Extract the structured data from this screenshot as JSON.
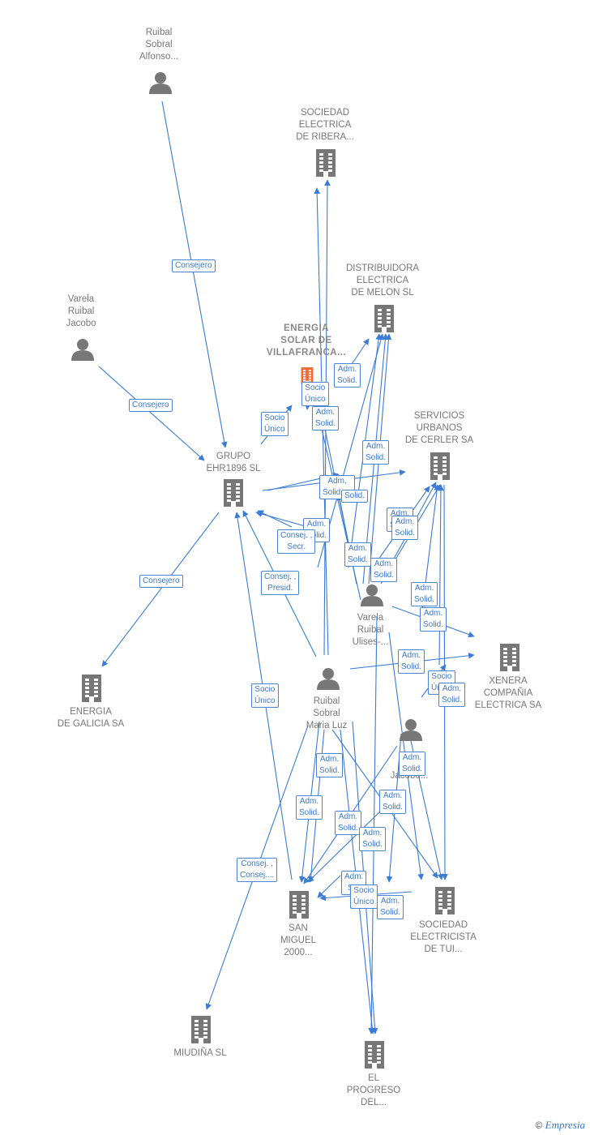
{
  "colors": {
    "edge": "#3a7bd5",
    "company_icon": "#777777",
    "main_icon": "#f26a35",
    "person_icon": "#777777"
  },
  "nodes": [
    {
      "id": "ruibal_sobral_alfonso",
      "type": "person",
      "label": "Ruibal\nSobral\nAlfonso..."
    },
    {
      "id": "sociedad_electrica_ribera",
      "type": "company",
      "label": "SOCIEDAD\nELECTRICA\nDE RIBERA..."
    },
    {
      "id": "distribuidora_electrica_melon",
      "type": "company",
      "label": "DISTRIBUIDORA\nELECTRICA\nDE MELON SL"
    },
    {
      "id": "varela_ruibal_jacobo",
      "type": "person",
      "label": "Varela\nRuibal\nJacobo"
    },
    {
      "id": "energia_solar_villafranca",
      "type": "main",
      "label": "ENERGIA\nSOLAR DE\nVILLAFRANCA..."
    },
    {
      "id": "servicios_urbanos_cerler",
      "type": "company",
      "label": "SERVICIOS\nURBANOS\nDE CERLER SA"
    },
    {
      "id": "grupo_ehr1896",
      "type": "company",
      "label": "GRUPO\nEHR1896  SL"
    },
    {
      "id": "varela_ruibal_ulises",
      "type": "person",
      "label": "Varela\nRuibal\nUlises-..."
    },
    {
      "id": "energia_de_galicia",
      "type": "company",
      "label": "ENERGIA\nDE GALICIA SA"
    },
    {
      "id": "ruibal_sobral_maria_luz",
      "type": "person",
      "label": "Ruibal\nSobral\nMaria Luz"
    },
    {
      "id": "xenera_compania_electrica",
      "type": "company",
      "label": "XENERA\nCOMPAÑIA\nELECTRICA SA"
    },
    {
      "id": "person_jacobo2",
      "type": "person",
      "label": "...\n... \nJacobo..."
    },
    {
      "id": "san_miguel_2000",
      "type": "company",
      "label": "SAN\nMIGUEL\n2000..."
    },
    {
      "id": "sociedad_electricista_tui",
      "type": "company",
      "label": "SOCIEDAD\nELECTRICISTA\nDE TUI..."
    },
    {
      "id": "miudina_sl",
      "type": "company",
      "label": "MIUDIÑA SL"
    },
    {
      "id": "el_progreso",
      "type": "company",
      "label": "EL\nPROGRESO\nDEL..."
    }
  ],
  "edge_labels": [
    "Consejero",
    "Consejero",
    "Consejero",
    "Socio\nÚnico",
    "Socio\nÚnico",
    "Adm.\nSolid.",
    "Adm.\nSolid.",
    "Adm.\nSolid.",
    "Adm.\nSolid.,...",
    "Solid.",
    "Adm.\nSolid.",
    "Adm.\nSolid.",
    "Adm.\nSolid.",
    "Adm.\nSolid.",
    "Consej. ,\nSecr.",
    "Adm.\nSolid.",
    "Consej. ,\nPresid.",
    "Adm.\nSolid.",
    "Adm.\nSolid.",
    "Socio\nÚnico",
    "Adm.\nSolid.",
    "Socio\nÚnico",
    "Adm.\nSolid.",
    "Adm.\nSolid.",
    "Adm.\nSolid.",
    "Adm.\nSolid.",
    "Adm.\nSolid.",
    "Adm.\nSolid.",
    "Adm.\nSolid.",
    "Consej. ,\nConsej....",
    "Adm.\nS...",
    "Socio\nÚnico",
    "Adm.\nSolid."
  ],
  "watermark": {
    "symbol": "©",
    "brand": "Empresia"
  }
}
